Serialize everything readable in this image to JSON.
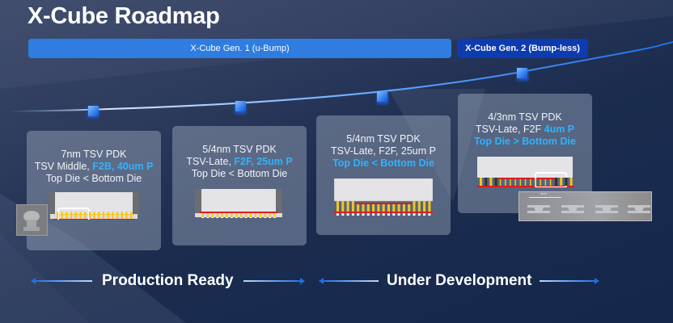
{
  "title": "X-Cube Roadmap",
  "generations": [
    {
      "label": "X-Cube Gen. 1 (u-Bump)",
      "color": "#2f7de0"
    },
    {
      "label": "X-Cube Gen. 2 (Bump-less)",
      "color": "#0d3bb0"
    }
  ],
  "cards": [
    {
      "line1": "7nm TSV PDK",
      "line2_plain": "TSV Middle, ",
      "line2_highlight": "F2B, 40um P",
      "line3_plain": "Top Die < Bottom Die",
      "line3_highlight": ""
    },
    {
      "line1": "5/4nm TSV PDK",
      "line2_plain": "TSV-Late, ",
      "line2_highlight": "F2F, 25um P",
      "line3_plain": "Top Die < Bottom Die",
      "line3_highlight": ""
    },
    {
      "line1": "5/4nm TSV PDK",
      "line2_plain": "TSV-Late, F2F, 25um P",
      "line2_highlight": "",
      "line3_plain": "",
      "line3_highlight": "Top Die < Bottom Die"
    },
    {
      "line1": "4/3nm TSV PDK",
      "line2_plain": "TSV-Late, F2F ",
      "line2_highlight": "4um P",
      "line3_plain": "",
      "line3_highlight": "Top Die > Bottom Die"
    }
  ],
  "sem_scale_label": "4um",
  "phases": [
    {
      "label": "Production Ready"
    },
    {
      "label": "Under Development"
    }
  ],
  "colors": {
    "highlight": "#2db4ff",
    "timeline": "#3d8cff",
    "bump": "#f5c518",
    "redistribution": "#e01b1b"
  }
}
